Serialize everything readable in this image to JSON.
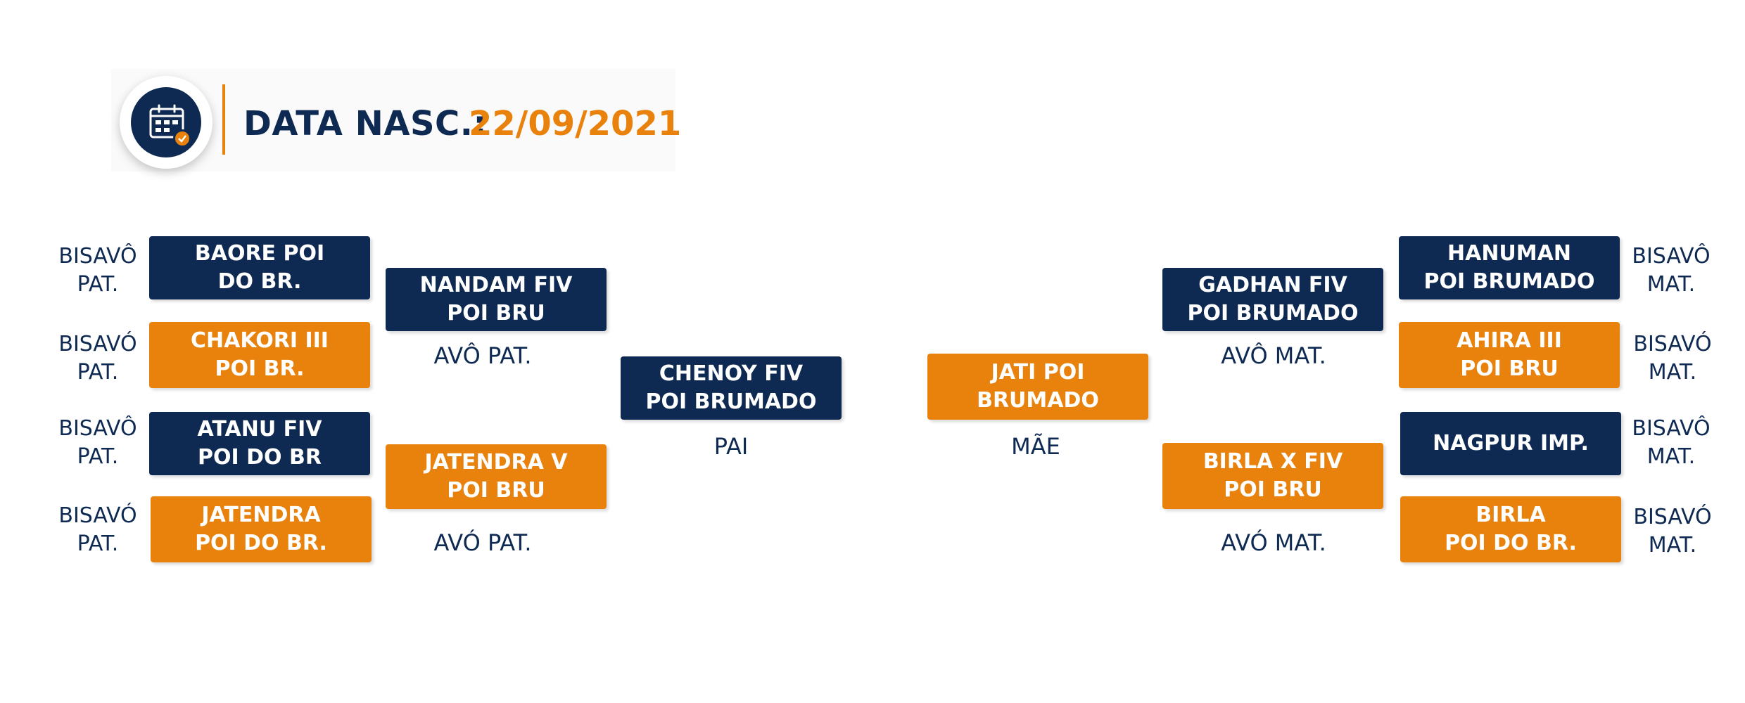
{
  "header": {
    "icon": "calendar-check-icon",
    "label": "DATA NASC.:",
    "date": "22/09/2021",
    "colors": {
      "navy": "#0f2a52",
      "orange": "#e8820c"
    }
  },
  "pedigree": {
    "father": {
      "name": "CHENOY FIV\nPOI BRUMADO",
      "label": "PAI"
    },
    "mother": {
      "name": "JATI POI\nBRUMADO",
      "label": "MÃE"
    },
    "paternal_grandfather": {
      "name": "NANDAM FIV\nPOI BRU",
      "label": "AVÔ PAT."
    },
    "paternal_grandmother": {
      "name": "JATENDRA V\nPOI BRU",
      "label": "AVÓ PAT."
    },
    "maternal_grandfather": {
      "name": "GADHAN FIV\nPOI BRUMADO",
      "label": "AVÔ MAT."
    },
    "maternal_grandmother": {
      "name": "BIRLA X FIV\nPOI BRU",
      "label": "AVÓ MAT."
    },
    "great_grandparents_paternal": [
      {
        "name": "BAORE POI\nDO BR.",
        "label": "BISAVÔ\nPAT."
      },
      {
        "name": "CHAKORI III\nPOI BR.",
        "label": "BISAVÓ\nPAT."
      },
      {
        "name": "ATANU FIV\nPOI DO BR",
        "label": "BISAVÔ\nPAT."
      },
      {
        "name": "JATENDRA\nPOI DO BR.",
        "label": "BISAVÓ\nPAT."
      }
    ],
    "great_grandparents_maternal": [
      {
        "name": "HANUMAN\nPOI BRUMADO",
        "label": "BISAVÔ\nMAT."
      },
      {
        "name": "AHIRA III\nPOI BRU",
        "label": "BISAVÓ\nMAT."
      },
      {
        "name": "NAGPUR IMP.",
        "label": "BISAVÔ\nMAT."
      },
      {
        "name": "BIRLA\nPOI DO BR.",
        "label": "BISAVÓ\nMAT."
      }
    ]
  }
}
